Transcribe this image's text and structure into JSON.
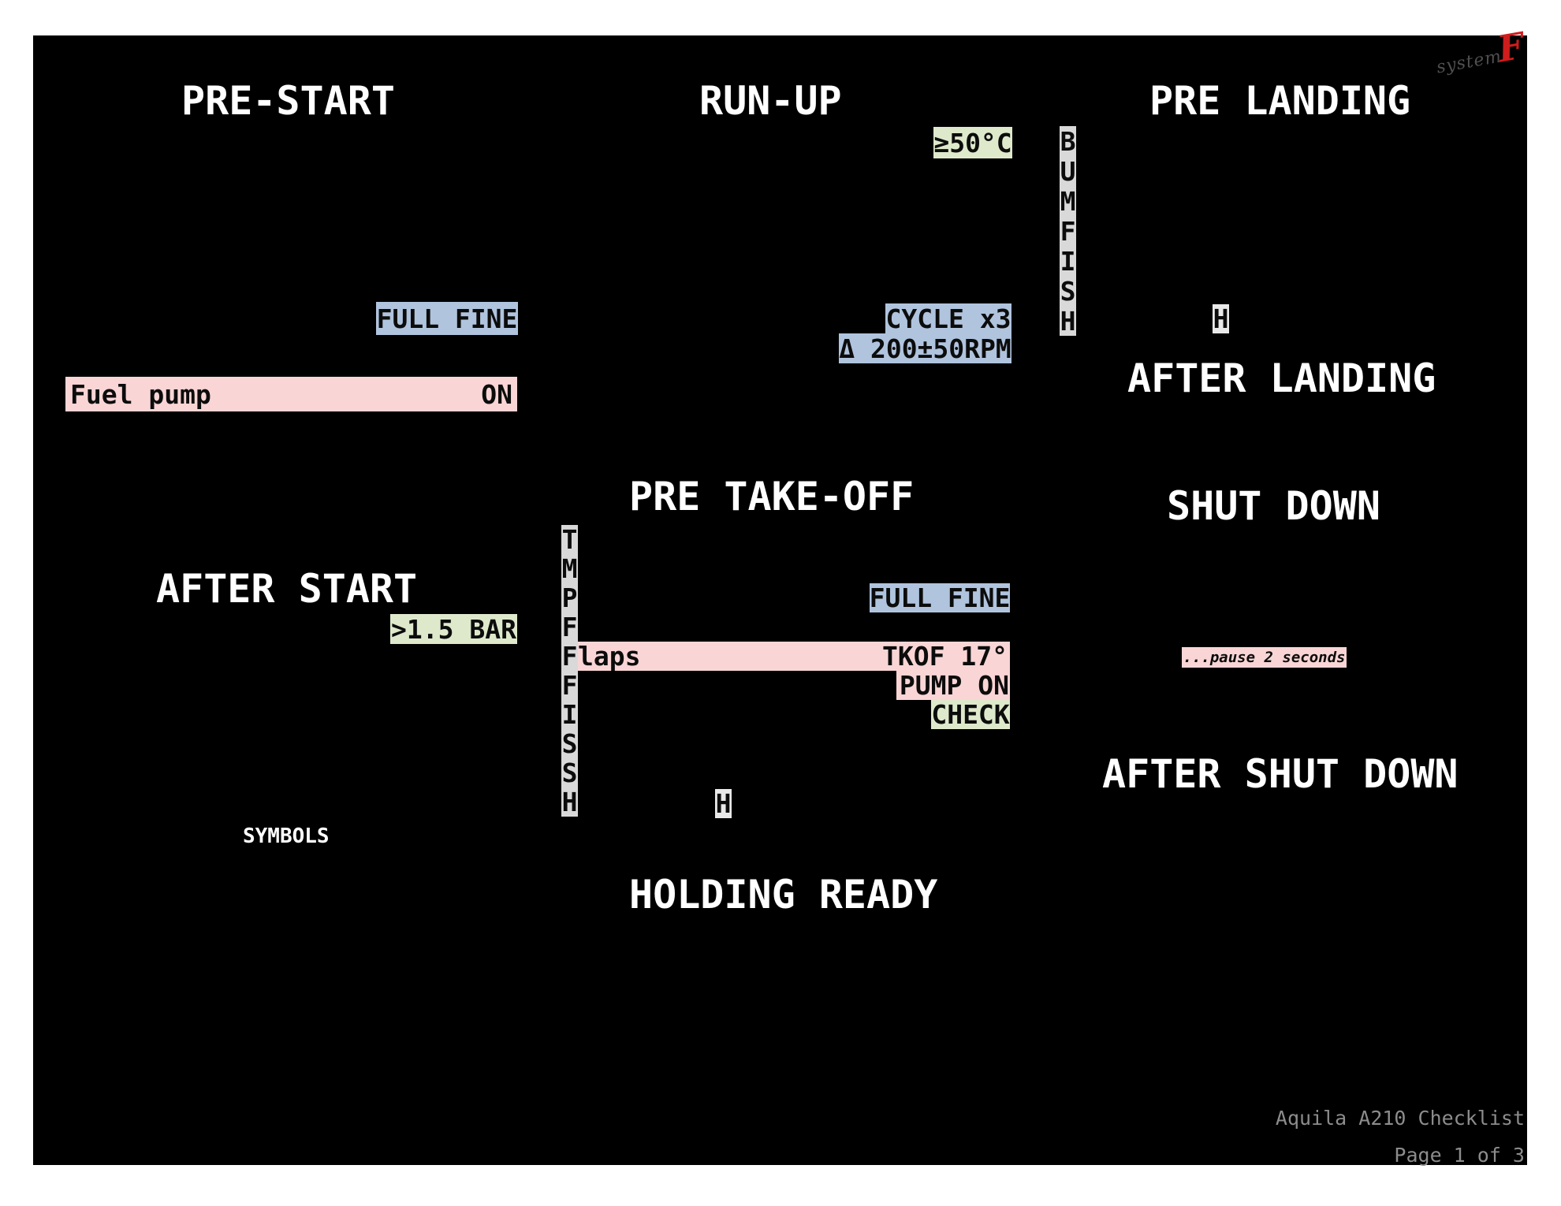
{
  "document": {
    "footer_title": "Aquila A210 Checklist",
    "footer_page": "Page 1 of 3"
  },
  "logo": {
    "text": "system",
    "accent": "F"
  },
  "colors": {
    "paper": "#ffffff",
    "board": "#000000",
    "blue": "#b0c4de",
    "pink": "#f9d5d5",
    "green": "#dee9cc",
    "strip": "#d9d9d9",
    "hbox": "#e9e9e9",
    "text_dark": "#0c0c0c",
    "heading": "#ffffff",
    "footer": "#8c8c8c",
    "logo_gray": "#4f4f4f",
    "logo_red": "#cf1c1c"
  },
  "sections": {
    "pre_start": {
      "title": "PRE-START",
      "full_fine_value": "FULL FINE",
      "fuel_pump_label": "Fuel pump",
      "fuel_pump_value": "ON"
    },
    "run_up": {
      "title": "RUN-UP",
      "temp_value": "≥50°C",
      "cycle_value": "CYCLE x3",
      "delta_value": "Δ 200±50RPM",
      "mnemonic": [
        "B",
        "U",
        "M",
        "F",
        "I",
        "S",
        "H"
      ]
    },
    "pre_landing": {
      "title": "PRE LANDING",
      "h_item": "H"
    },
    "after_landing": {
      "title": "AFTER LANDING"
    },
    "after_start": {
      "title": "AFTER START",
      "pressure_value": ">1.5 BAR"
    },
    "symbols": {
      "title": "SYMBOLS"
    },
    "pre_takeoff": {
      "title": "PRE TAKE-OFF",
      "mnemonic": [
        "T",
        "M",
        "P",
        "F",
        "F",
        "F",
        "I",
        "S",
        "S",
        "H"
      ],
      "full_fine_value": "FULL FINE",
      "flaps_label_rest": "laps",
      "flaps_value": "TKOF 17°",
      "pump_clipped_prefix": ":",
      "pump_value": "PUMP ON",
      "check_value": "CHECK",
      "h_item": "H"
    },
    "holding_ready": {
      "title": "HOLDING READY"
    },
    "shut_down": {
      "title": "SHUT DOWN",
      "pause_note": "...pause 2 seconds"
    },
    "after_shut_down": {
      "title": "AFTER SHUT DOWN"
    }
  }
}
